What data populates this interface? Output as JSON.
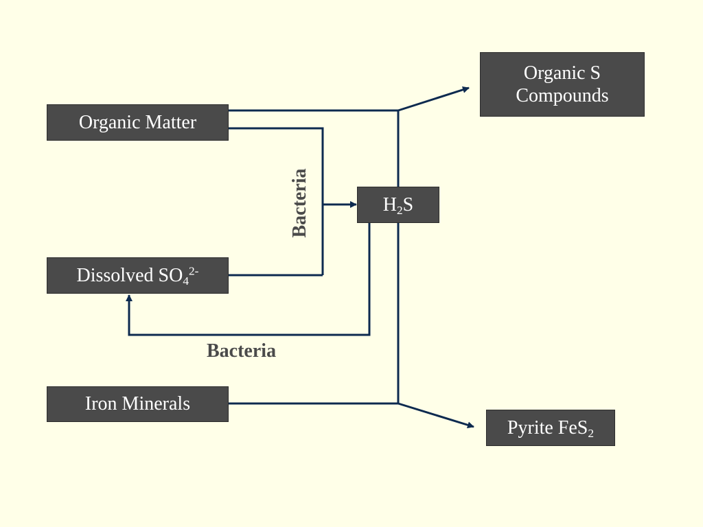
{
  "colors": {
    "background": "#ffffe8",
    "box_fill": "#4a4a4a",
    "box_text": "#ffffff",
    "arrow": "#0d2a4f",
    "label_text": "#4a4a4a"
  },
  "nodes": {
    "organic_matter": {
      "text": "Organic Matter"
    },
    "dissolved_so4": {
      "base": "Dissolved SO",
      "sub": "4",
      "sup": "2-"
    },
    "iron_minerals": {
      "text": "Iron Minerals"
    },
    "h2s": {
      "base": "H",
      "sub": "2",
      "tail": "S"
    },
    "organic_s_compounds": {
      "line1": "Organic S",
      "line2": "Compounds"
    },
    "pyrite": {
      "base": "Pyrite FeS",
      "sub": "2"
    }
  },
  "edge_labels": {
    "bacteria_vertical": "Bacteria",
    "bacteria_horizontal": "Bacteria"
  }
}
